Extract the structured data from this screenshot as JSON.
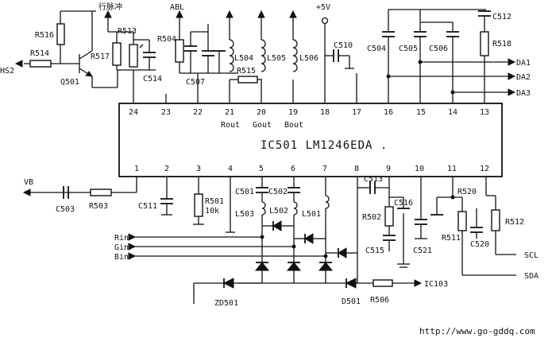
{
  "chip": {
    "label": "IC501  LM1246EDA .",
    "top_pins": [
      "24",
      "23",
      "22",
      "21",
      "20",
      "19",
      "18",
      "17",
      "16",
      "15",
      "14",
      "13"
    ],
    "bottom_pins": [
      "1",
      "2",
      "3",
      "4",
      "5",
      "6",
      "7",
      "8",
      "9",
      "10",
      "11",
      "12"
    ],
    "output_names": [
      "Rout",
      "Gout",
      "Bout"
    ]
  },
  "top_labels": {
    "hpulse": "行脉冲",
    "abl": "ABL",
    "vcc": "+5V",
    "hs2": "HS2",
    "q501": "Q501"
  },
  "components_top": {
    "r516": "R516",
    "r514": "R514",
    "r517": "R517",
    "r513": "R513",
    "r504": "R504",
    "c514": "C514",
    "c507": "C507",
    "l504": "L504",
    "r515": "R515",
    "l505": "L505",
    "l506": "L506",
    "c510": "C510",
    "c504": "C504",
    "c505": "C505",
    "c506": "C506",
    "c512": "C512",
    "r518": "R518"
  },
  "outputs": {
    "da1": "DA1",
    "da2": "DA2",
    "da3": "DA3"
  },
  "components_bottom": {
    "vb": "VB",
    "c503": "C503",
    "r503": "R503",
    "c511": "C511",
    "r501": "R501",
    "r501_value": "10k",
    "c501": "C501",
    "c502": "C502",
    "l503": "L503",
    "l502": "L502",
    "l501": "L501",
    "c513": "C513",
    "r502": "R502",
    "c516": "C516",
    "c515": "C515",
    "c521": "C521",
    "r520": "R520",
    "r511": "R511",
    "c520": "C520",
    "r512": "R512",
    "zd501": "ZD501",
    "d501": "D501",
    "r506": "R506",
    "ic103": "IC103"
  },
  "inputs": {
    "rin": "Rin",
    "gin": "Gin",
    "bin": "Bin",
    "scl": "SCL",
    "sda": "SDA"
  },
  "footer": {
    "url": "http://www.go-gddq.com"
  }
}
